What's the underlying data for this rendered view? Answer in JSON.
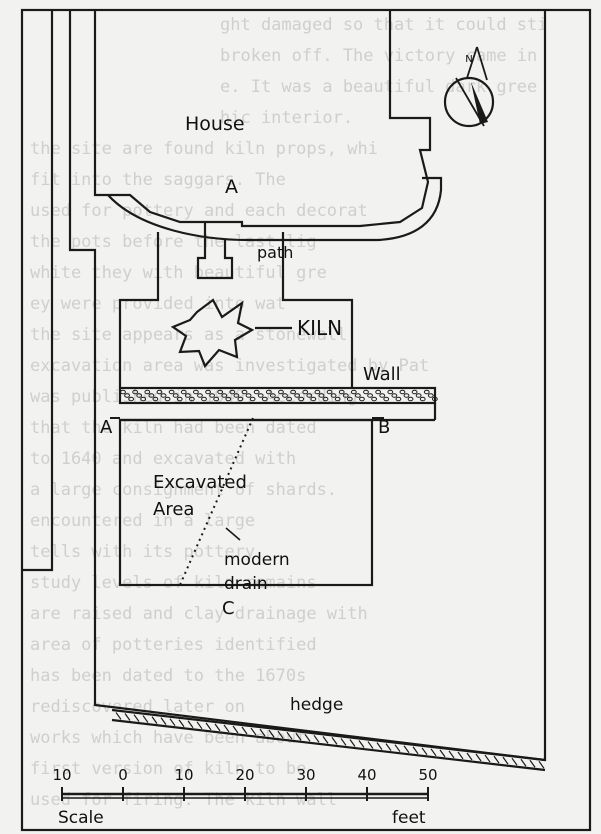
{
  "labels": {
    "house": "House",
    "house_point": "A",
    "path": "path",
    "kiln": "KILN",
    "wall": "Wall",
    "point_a": "A",
    "point_b": "B",
    "point_c": "C",
    "excavated_line1": "Excavated",
    "excavated_line2": "Area",
    "drain_line1": "modern",
    "drain_line2": "drain",
    "hedge": "hedge",
    "north": "N"
  },
  "scale": {
    "label": "Scale",
    "unit": "feet",
    "ticks": [
      "10",
      "0",
      "10",
      "20",
      "30",
      "40",
      "50"
    ]
  },
  "background_text": [
    "ght damaged so that it could sti",
    "broken off. The victory came in",
    "e. It was a beautiful dark gree",
    "hic interior.",
    "the site are found kiln props, whi",
    "fit into the saggars. The",
    "used for pottery and each decorat",
    "the pots before the last lig",
    "white they with beautiful gre",
    "ey were provided into wat",
    "the site appears as a stonewall",
    "excavation area was investigated by Pat",
    "was published in 1949. According",
    "that the kiln had been dated",
    "to 1640 and excavated with",
    "a large consignment of shards.",
    "encountered in a large",
    "tells with its pottery",
    "study levels of kiln remains",
    "are raised and clay drainage with",
    "area of potteries identified",
    "has been dated to the 1670s",
    "rediscovered later on",
    "works which have been about",
    "first version of kiln to be",
    "used for firing. The kiln wall"
  ]
}
